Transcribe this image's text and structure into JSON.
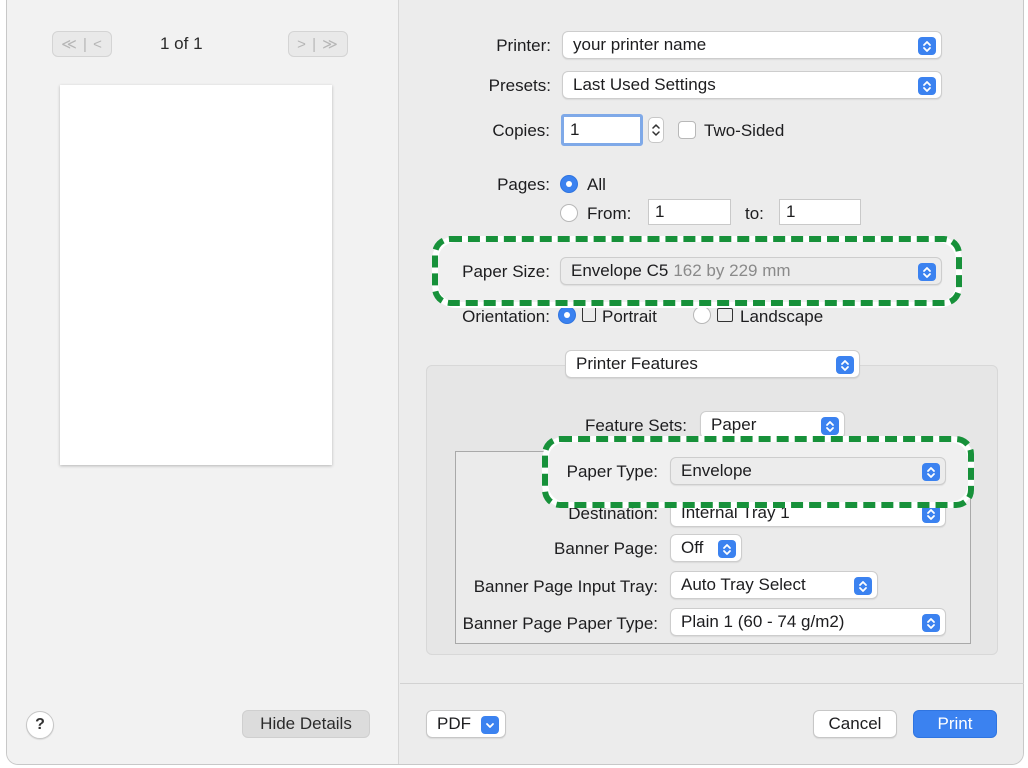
{
  "nav": {
    "prev_label": "≪ | <",
    "next_label": "> | ≫",
    "page_count": "1 of 1"
  },
  "printer": {
    "label": "Printer:",
    "value": "your printer name"
  },
  "presets": {
    "label": "Presets:",
    "value": "Last Used Settings"
  },
  "copies": {
    "label": "Copies:",
    "value": "1",
    "two_sided_label": "Two-Sided"
  },
  "pages": {
    "label": "Pages:",
    "all_label": "All",
    "from_label": "From:",
    "from_value": "1",
    "to_label": "to:",
    "to_value": "1"
  },
  "paper_size": {
    "label": "Paper Size:",
    "value": "Envelope C5",
    "detail": "162 by 229 mm"
  },
  "orientation": {
    "label": "Orientation:",
    "portrait_label": "Portrait",
    "landscape_label": "Landscape"
  },
  "section": {
    "value": "Printer Features"
  },
  "feature_sets": {
    "label": "Feature Sets:",
    "value": "Paper"
  },
  "paper_type": {
    "label": "Paper Type:",
    "value": "Envelope"
  },
  "destination": {
    "label": "Destination:",
    "value": "Internal Tray 1"
  },
  "banner_page": {
    "label": "Banner Page:",
    "value": "Off"
  },
  "banner_input_tray": {
    "label": "Banner Page Input Tray:",
    "value": "Auto Tray Select"
  },
  "banner_paper_type": {
    "label": "Banner Page Paper Type:",
    "value": "Plain 1 (60 - 74 g/m2)"
  },
  "footer": {
    "help_label": "?",
    "hide_details_label": "Hide Details",
    "pdf_label": "PDF",
    "cancel_label": "Cancel",
    "print_label": "Print"
  },
  "colors": {
    "accent": "#3b82f0",
    "highlight_dash": "#17913a"
  }
}
